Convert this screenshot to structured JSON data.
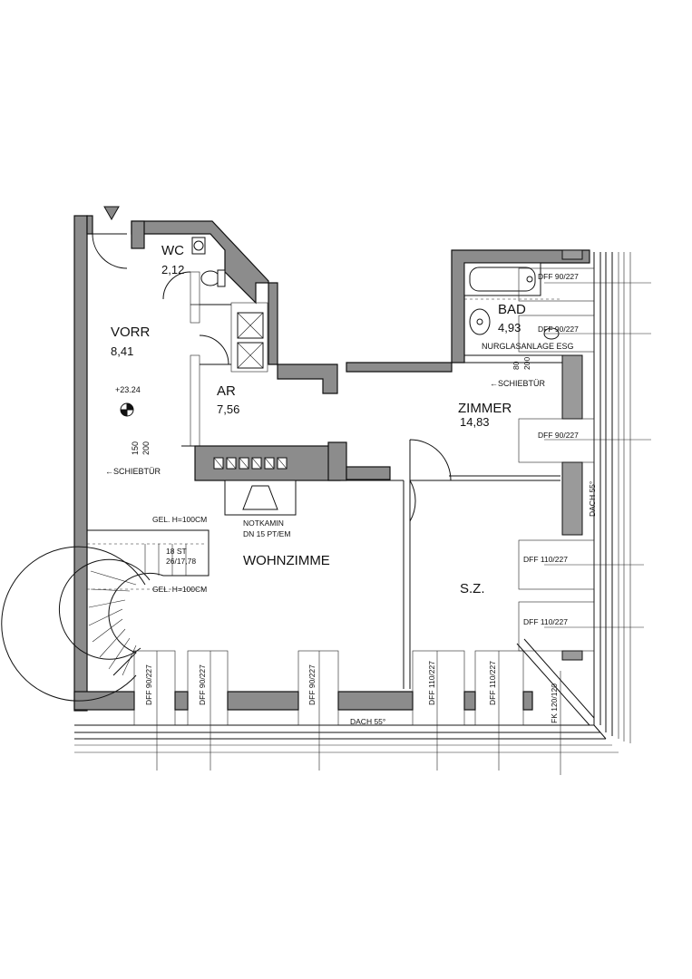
{
  "rooms": {
    "wc": {
      "name": "WC",
      "area": "2,12"
    },
    "vorr": {
      "name": "VORR",
      "area": "8,41"
    },
    "ar": {
      "name": "AR",
      "area": "7,56"
    },
    "bad": {
      "name": "BAD",
      "area": "4,93"
    },
    "zimmer": {
      "name": "ZIMMER",
      "area": "14,83"
    },
    "wohnzimmer": {
      "name": "WOHNZIMME"
    },
    "sz": {
      "name": "S.Z."
    }
  },
  "annotations": {
    "level": "+23.24",
    "door_150": "150",
    "door_200": "200",
    "schiebetuer_left": "←SCHIEBTÜR",
    "schiebetuer_right": "←SCHIEBTÜR",
    "nurglas": "NURGLASANLAGE ESG",
    "nurglas_80": "80",
    "nurglas_200": "200",
    "gel_top": "GEL. H=100CM",
    "gel_bottom": "GEL. H=100CM",
    "stairs_count": "18 ST",
    "stairs_dim": "26/17,78",
    "notkamin_1": "NOTKAMIN",
    "notkamin_2": "DN 15 PT/EM",
    "dach_bottom": "DACH 55°",
    "dach_right": "DACH 55°",
    "fk": "FK 120/120"
  },
  "windows": {
    "r1": "DFF 90/227",
    "r2": "DFF 90/227",
    "r3": "DFF 90/227",
    "r4": "DFF 110/227",
    "r5": "DFF 110/227",
    "b1": "DFF 90/227",
    "b2": "DFF 90/227",
    "b3": "DFF 90/227",
    "b4": "DFF 110/227",
    "b5": "DFF 110/227"
  }
}
